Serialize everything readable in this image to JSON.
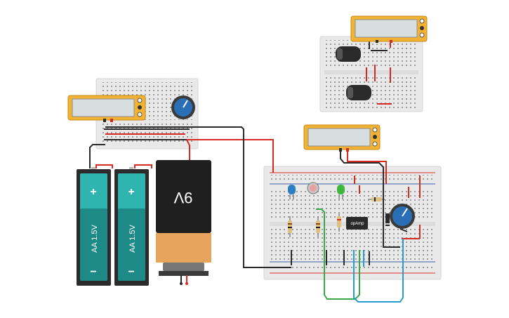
{
  "colors": {
    "background": "#ffffff",
    "breadboard": "#e9e9e9",
    "hole": "#9a9a9a",
    "rail_red": "#d9332a",
    "rail_blue": "#3a5fa8",
    "multimeter_body": "#f2b233",
    "multimeter_screen": "#d8dde0",
    "aa_body": "#2b2b2b",
    "aa_teal": "#2fb4b0",
    "battery_9v_top": "#1f1f1f",
    "battery_9v_bottom": "#e7a45c",
    "wire_red": "#d62a22",
    "wire_black": "#2a2a2a",
    "wire_green": "#3aa84a",
    "wire_blue": "#2a9bd1",
    "pot_knob": "#2a6fb5",
    "led_blue": "#2c7fc4",
    "led_green": "#3db83a",
    "capacitor": "#2a2a2a"
  },
  "aa_battery_left": {
    "plus": "+",
    "minus": "−",
    "label": "AA 1.5V"
  },
  "aa_battery_right": {
    "plus": "+",
    "minus": "−",
    "label": "AA 1.5V"
  },
  "battery_9v": {
    "label": "9V"
  },
  "opamp": {
    "label": "opAmp"
  },
  "icons": {
    "multimeter": "multimeter-icon",
    "potentiometer": "potentiometer-icon",
    "capacitor": "capacitor-icon",
    "led": "led-icon",
    "resistor": "resistor-icon",
    "photoresistor": "photoresistor-icon",
    "diode": "diode-icon"
  }
}
